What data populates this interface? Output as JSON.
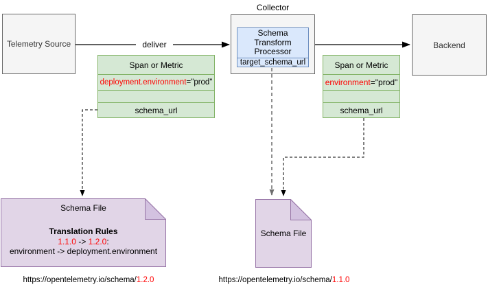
{
  "colors": {
    "box_fill": "#f5f5f5",
    "box_border": "#666666",
    "green_fill": "#d5e8d4",
    "green_border": "#82b366",
    "blue_fill": "#dae8fc",
    "blue_border": "#6c8ebf",
    "purple_fill": "#e1d5e7",
    "purple_border": "#9673a6",
    "highlight_red": "#ff0000",
    "gray_edge": "#8f8f8f"
  },
  "nodes": {
    "telemetry_source": {
      "label": "Telemetry Source"
    },
    "collector": {
      "label": "Collector"
    },
    "processor": {
      "title": "Schema Transform Processor",
      "row": "target_schema_url"
    },
    "backend": {
      "label": "Backend"
    },
    "span_table_left": {
      "header": "Span or Metric",
      "attr_name": "deployment.environment",
      "attr_value": "=\"prod\"",
      "schema_row": "schema_url"
    },
    "span_table_right": {
      "header": "Span or Metric",
      "attr_name": "environment",
      "attr_value": "=\"prod\"",
      "schema_row": "schema_url"
    },
    "schema_file_left": {
      "title": "Schema File",
      "rules_title": "Translation Rules",
      "rule_from": "1.1.0",
      "rule_arrow": " -> ",
      "rule_to": "1.2.0",
      "rule_colon": ":",
      "rule_mapping": "environment -> deployment.environment"
    },
    "schema_file_right": {
      "title": "Schema File"
    },
    "url_left": {
      "base": "https://opentelemetry.io/schema/",
      "version": "1.2.0"
    },
    "url_right": {
      "base": "https://opentelemetry.io/schema/",
      "version": "1.1.0"
    }
  },
  "edges": {
    "deliver_label": "deliver"
  }
}
